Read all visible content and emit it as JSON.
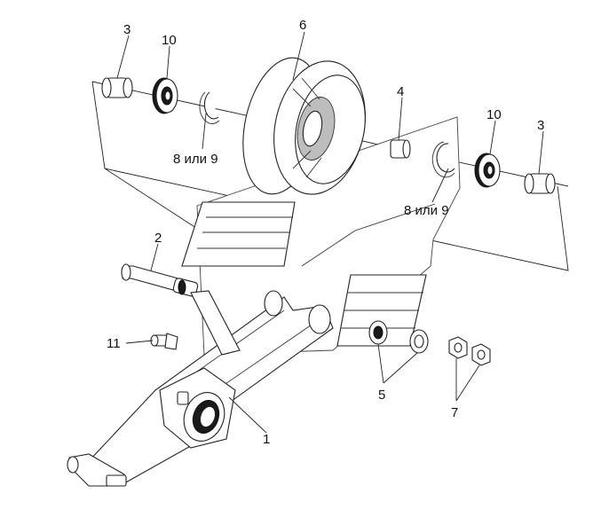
{
  "callouts": {
    "c3_left": "3",
    "c10_left": "10",
    "c6": "6",
    "c8or9_left": "8 или 9",
    "c4": "4",
    "c10_right": "10",
    "c3_right": "3",
    "c8or9_right": "8 или 9",
    "c2": "2",
    "c11": "11",
    "c1": "1",
    "c5": "5",
    "c7": "7"
  },
  "colors": {
    "line": "#222222",
    "fill": "#ffffff",
    "dark": "#1a1a1a"
  }
}
